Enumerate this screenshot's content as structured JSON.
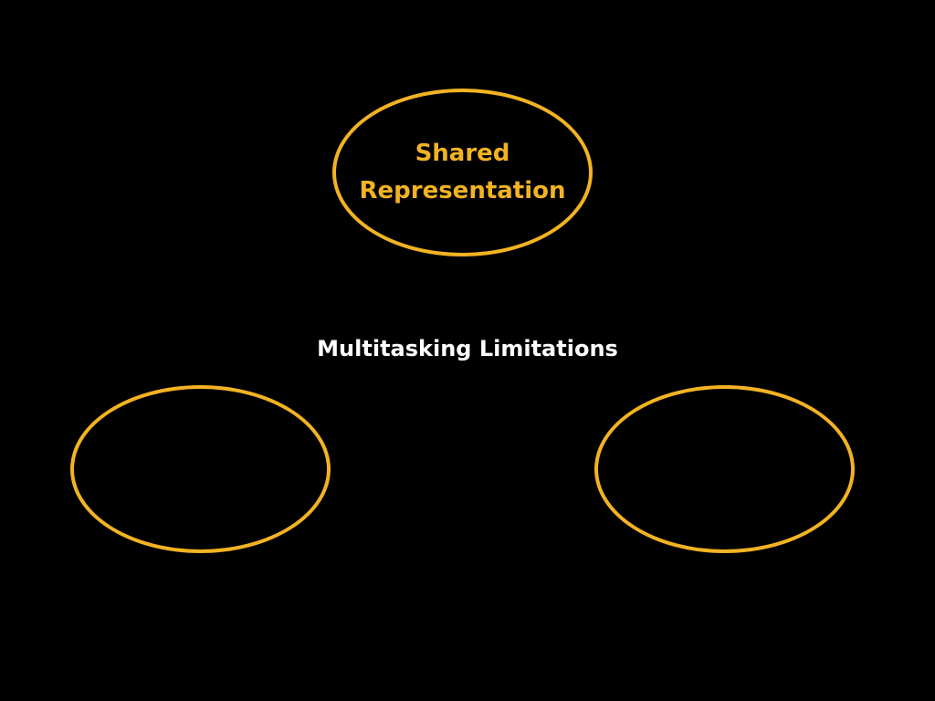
{
  "diagram": {
    "top_node": {
      "label_line1": "Shared",
      "label_line2": "Representation"
    },
    "left_node": {
      "label": ""
    },
    "right_node": {
      "label": ""
    },
    "center_title": "Multitasking Limitations"
  },
  "colors": {
    "background": "#000000",
    "accent": "#f2b323",
    "title_text": "#ffffff"
  }
}
